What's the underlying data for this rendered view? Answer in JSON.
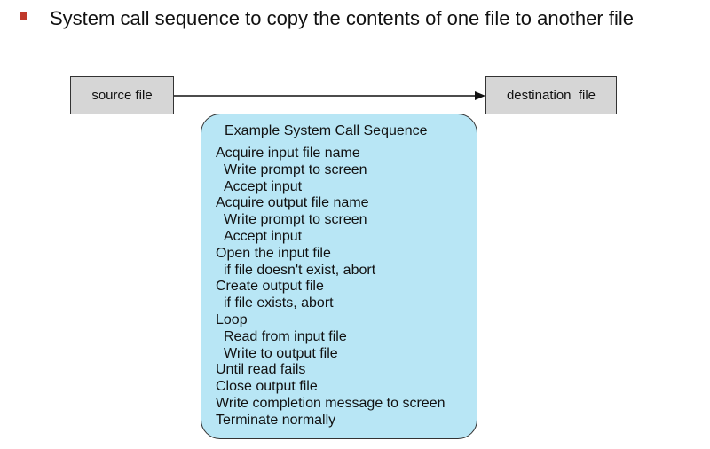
{
  "heading": {
    "text": "System call sequence to copy the contents of one file to another file",
    "bullet_color": "#c0392b"
  },
  "source_box": {
    "label": "source file"
  },
  "destination_box": {
    "label": "destination  file"
  },
  "sequence": {
    "title": "Example System Call Sequence",
    "steps": [
      {
        "text": "Acquire input file name",
        "indent": false
      },
      {
        "text": "Write prompt to screen",
        "indent": true
      },
      {
        "text": "Accept input",
        "indent": true
      },
      {
        "text": "Acquire output file name",
        "indent": false
      },
      {
        "text": "Write prompt to screen",
        "indent": true
      },
      {
        "text": "Accept input",
        "indent": true
      },
      {
        "text": "Open the input file",
        "indent": false
      },
      {
        "text": "if file doesn't exist, abort",
        "indent": true
      },
      {
        "text": "Create output file",
        "indent": false
      },
      {
        "text": "if file exists, abort",
        "indent": true
      },
      {
        "text": "Loop",
        "indent": false
      },
      {
        "text": "Read from input file",
        "indent": true
      },
      {
        "text": "Write to output file",
        "indent": true
      },
      {
        "text": "Until read fails",
        "indent": false
      },
      {
        "text": "Close output file",
        "indent": false
      },
      {
        "text": "Write completion message to screen",
        "indent": false
      },
      {
        "text": "Terminate normally",
        "indent": false
      }
    ],
    "fill_color": "#b8e6f5"
  },
  "colors": {
    "file_box_fill": "#d6d6d6",
    "outline": "#333333"
  }
}
